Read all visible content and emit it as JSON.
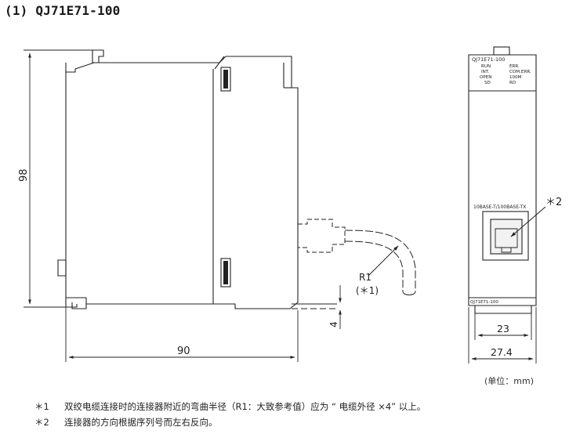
{
  "title": "(1) QJ71E71-100",
  "dimensions": {
    "height": "98",
    "width": "90",
    "cable_gap": "4",
    "front_inner": "23",
    "front_outer": "27.4"
  },
  "bend_radius": {
    "label": "R1",
    "note_ref": "(＊1)"
  },
  "connector_ref": "＊2",
  "front_panel": {
    "model": "QJ71E71-100",
    "leds_left": [
      "RUN",
      "INT.",
      "OPEN",
      "SD"
    ],
    "leds_right": [
      "ERR.",
      "COM.ERR.",
      "100M",
      "RD"
    ],
    "port_label": "10BASE-T/100BASE-TX",
    "bottom_model": "QJ71E71-100"
  },
  "unit": "(单位：mm)",
  "notes": [
    {
      "mark": "＊1",
      "text": "双绞电缆连接时的连接器附近的弯曲半径（R1：大致参考值）应为 “ 电缆外径 ×4” 以上。"
    },
    {
      "mark": "＊2",
      "text": "连接器的方向根据序列号而左右反向。"
    }
  ]
}
